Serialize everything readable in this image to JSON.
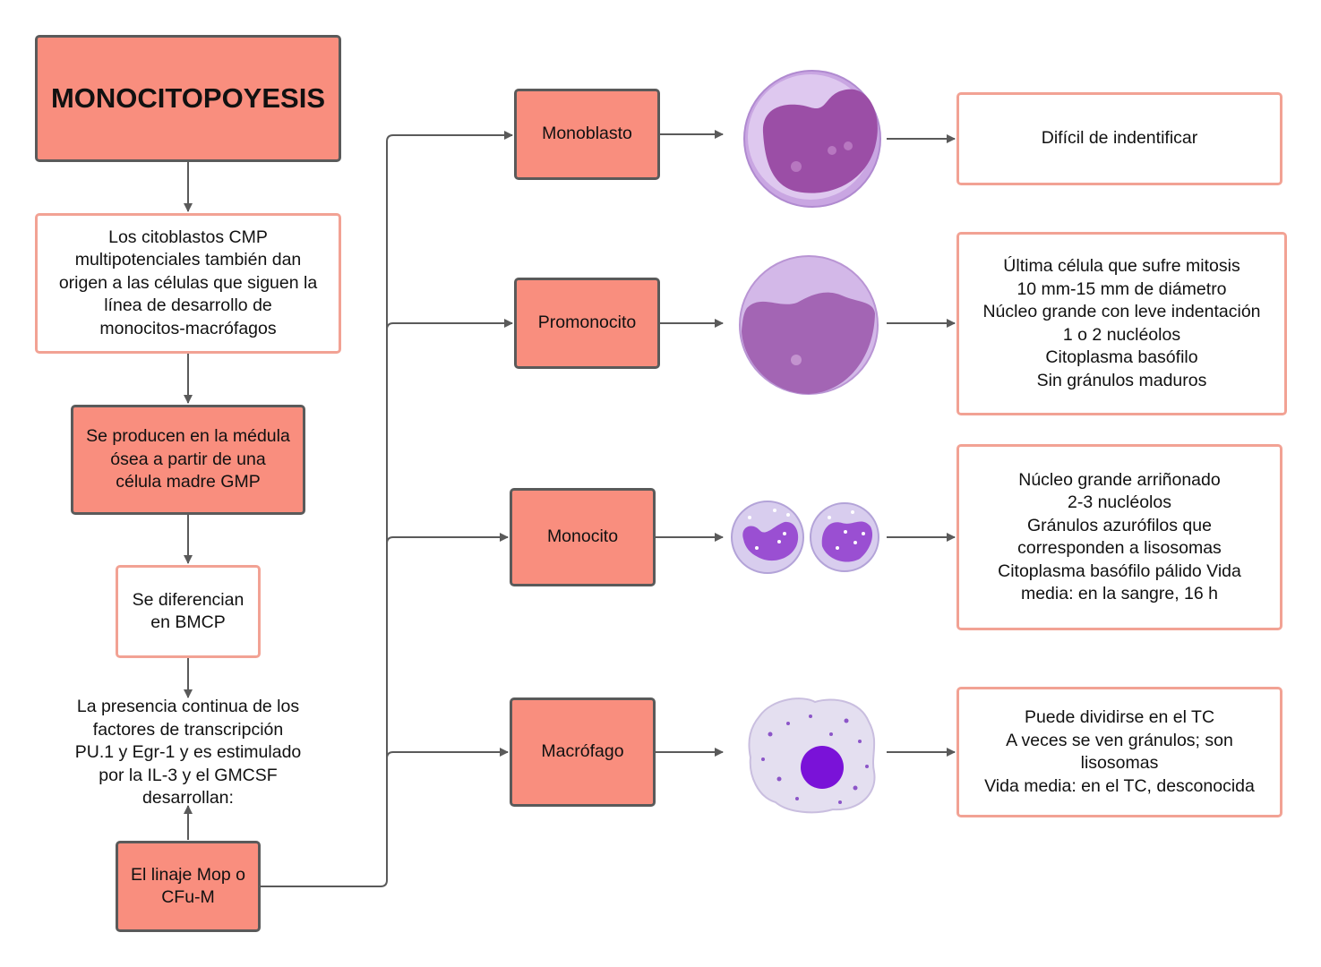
{
  "title": "MONOCITOPOYESIS",
  "left_column": {
    "step1": "Los citoblastos CMP\nmultipotenciales también dan\norigen a las células que siguen la\nlínea de desarrollo de\nmonocitos-macrófagos",
    "step2": "Se producen en la médula\nósea a partir de una\ncélula madre GMP",
    "step3": "Se diferencian\nen BMCP",
    "step4": "La presencia continua de los\nfactores de transcripción\nPU.1 y Egr-1 y es estimulado\npor la IL-3 y el GMCSF\ndesarrollan:",
    "step5": "El linaje Mop o\nCFu-M"
  },
  "stages": [
    {
      "name": "Monoblasto",
      "description": "Difícil de indentificar"
    },
    {
      "name": "Promonocito",
      "description": "Última célula que sufre mitosis\n10 mm-15 mm de diámetro\nNúcleo grande con leve indentación\n1 o 2 nucléolos\nCitoplasma basófilo\nSin gránulos maduros"
    },
    {
      "name": "Monocito",
      "description": "Núcleo grande arriñonado\n2-3 nucléolos\nGránulos azurófilos que\ncorresponden a lisosomas\nCitoplasma basófilo pálido Vida\nmedia: en la sangre, 16 h"
    },
    {
      "name": "Macrófago",
      "description": "Puede dividirse en el TC\nA veces se ven gránulos; son\nlisosomas\nVida media: en el TC, desconocida"
    }
  ],
  "colors": {
    "box_fill": "#f98e7e",
    "box_border": "#5a5a5a",
    "outline_border": "#f2a294",
    "connector": "#5a5a5a"
  }
}
